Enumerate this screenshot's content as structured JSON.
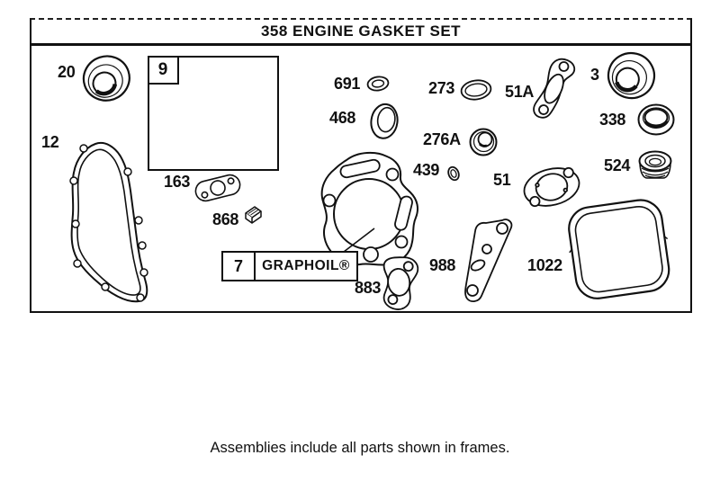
{
  "title": "358 ENGINE GASKET SET",
  "caption": "Assemblies include all parts shown in frames.",
  "colors": {
    "line": "#111111",
    "background": "#ffffff"
  },
  "frames": {
    "assembly9": {
      "label": "9"
    },
    "assembly7": {
      "label": "7",
      "brand": "GRAPHOIL®"
    }
  },
  "part_labels": {
    "p20": "20",
    "p12": "12",
    "p163": "163",
    "p868": "868",
    "p691": "691",
    "p468": "468",
    "p273": "273",
    "p276A": "276A",
    "p439": "439",
    "p51A": "51A",
    "p51": "51",
    "p3": "3",
    "p338": "338",
    "p524": "524",
    "p883": "883",
    "p988": "988",
    "p1022": "1022"
  }
}
